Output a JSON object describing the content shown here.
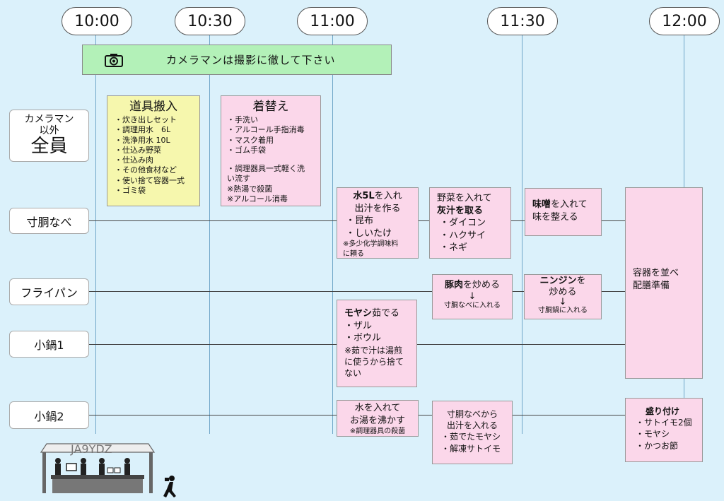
{
  "times": [
    "10:00",
    "10:30",
    "11:00",
    "11:30",
    "12:00"
  ],
  "banner": "カメラマンは撮影に徹して下さい",
  "rows": {
    "all": [
      "カメラマン",
      "以外",
      "全員"
    ],
    "pot": "寸胴なべ",
    "pan": "フライパン",
    "nabe1": "小鍋1",
    "nabe2": "小鍋2"
  },
  "tools": {
    "title": "道具搬入",
    "items": [
      "・炊き出しセット",
      "・調理用水　6L",
      "・洗浄用水 10L",
      "・仕込み野菜",
      "・仕込み肉",
      "・その他食材など",
      "・使い捨て容器一式",
      "・ゴミ袋"
    ]
  },
  "change": {
    "title": "着替え",
    "items": [
      "・手洗い",
      "・アルコール手指消毒",
      "・マスク着用",
      "・ゴム手袋",
      "",
      "・調理器具一式軽く洗",
      "い流す",
      "※熱湯で殺菌",
      "※アルコール消毒"
    ]
  },
  "water": {
    "b1": "水5L",
    "l1": "を入れ",
    "l2": "出汁を作る",
    "items": [
      "・昆布",
      "・しいたけ"
    ],
    "note": [
      "※多少化学調味料",
      "に頼る"
    ]
  },
  "veg": {
    "l1": "野菜を入れて",
    "b2": "灰汁を取る",
    "items": [
      "・ダイコン",
      "・ハクサイ",
      "・ネギ"
    ]
  },
  "miso": {
    "b1": "味噌",
    "l1": "を入れて",
    "l2": "味を整える"
  },
  "serve": {
    "l1": "容器を並べ",
    "l2": "配膳準備"
  },
  "pork": {
    "b1": "豚肉",
    "l1": "を炒める",
    "arrow": "↓",
    "l2": "寸胴なべに入れる"
  },
  "carrot": {
    "b1": "ニンジン",
    "l1": "を",
    "l2": "炒める",
    "arrow": "↓",
    "l3": "寸胴鍋に入れる"
  },
  "moyashi": {
    "b1": "モヤシ",
    "l1": "茹でる",
    "items": [
      "・ザル",
      "・ボウル"
    ],
    "note": [
      "※茹で汁は湯煎",
      "に使うから捨て",
      "ない"
    ]
  },
  "boil": {
    "l1": "水を入れて",
    "l2": "お湯を沸かす",
    "note": "※調理器具の殺菌"
  },
  "stock": {
    "l1": "寸胴なべから",
    "l2": "出汁を入れる",
    "items": [
      "・茹でたモヤシ",
      "・解凍サトイモ"
    ]
  },
  "plate": {
    "title": "盛り付け",
    "items": [
      "・サトイモ2個",
      "・モヤシ",
      "・かつお節"
    ]
  },
  "logo": "JA9YDZ",
  "colors": {
    "background": "#dbf1fb",
    "pink": "#fbd7ea",
    "yellow": "#f6f7ad",
    "green": "#b3f1b8"
  },
  "icons": [
    "camera-icon",
    "cooking-stand-icon",
    "camera-person-icon"
  ]
}
